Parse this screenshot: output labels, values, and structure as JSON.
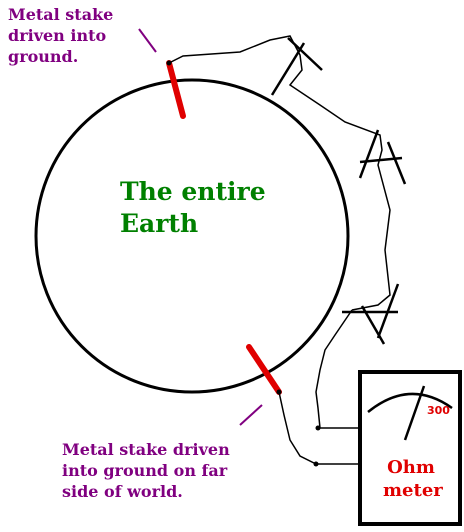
{
  "top_stake_label": [
    "Metal stake",
    "driven into",
    "ground."
  ],
  "earth_label": [
    "The entire",
    "Earth"
  ],
  "bottom_stake_label": [
    "Metal stake driven",
    "into ground on far",
    "side of world."
  ],
  "meter": {
    "label": [
      "Ohm",
      "meter"
    ],
    "dial_value": "300"
  },
  "colors": {
    "annotation": "#800080",
    "earth_text": "#008000",
    "stake": "#e00000",
    "meter_text": "#e00000",
    "outline": "#000000"
  }
}
